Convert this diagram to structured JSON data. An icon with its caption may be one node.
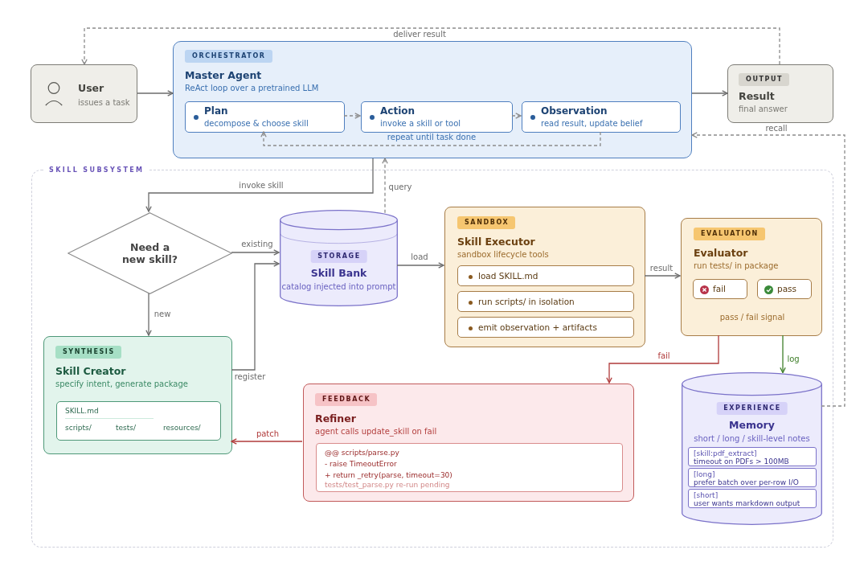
{
  "diagram": {
    "nodes": [
      {
        "text": [
          "User",
          "issues a task"
        ]
      },
      {
        "text": [
          "ORCHESTRATOR",
          "Master Agent",
          "ReAct loop over a pretrained LLM"
        ]
      },
      {
        "text": [
          "Plan",
          "decompose & choose skill"
        ],
        "in": 1
      },
      {
        "text": [
          "Action",
          "invoke a skill or tool"
        ],
        "in": 1
      },
      {
        "text": [
          "Observation",
          "read result, update belief"
        ],
        "in": 1
      },
      {
        "text": [
          "OUTPUT",
          "Result",
          "final answer"
        ]
      },
      {
        "text": [
          "SKILL SUBSYSTEM"
        ]
      },
      {
        "text": [
          "Need a new skill?"
        ],
        "in": 6
      },
      {
        "text": [
          "STORAGE",
          "Skill Bank",
          "catalog injected into prompt"
        ],
        "in": 6
      },
      {
        "text": [
          "SANDBOX",
          "Skill Executor",
          "sandbox lifecycle tools"
        ],
        "in": 6
      },
      {
        "text": [
          "load SKILL.md"
        ],
        "in": 9
      },
      {
        "text": [
          "run scripts/ in isolation"
        ],
        "in": 9
      },
      {
        "text": [
          "emit observation + artifacts"
        ],
        "in": 9
      },
      {
        "text": [
          "EVALUATION",
          "Evaluator",
          "run tests/ in package",
          "pass / fail signal"
        ],
        "in": 6
      },
      {
        "text": [
          "fail"
        ],
        "in": 13
      },
      {
        "text": [
          "pass"
        ],
        "in": 13
      },
      {
        "text": [
          "SYNTHESIS",
          "Skill Creator",
          "specify intent, generate package"
        ],
        "in": 6
      },
      {
        "text": [
          "SKILL.md",
          "scripts/",
          "tests/",
          "resources/"
        ],
        "in": 16
      },
      {
        "text": [
          "FEEDBACK",
          "Refiner",
          "agent calls update_skill on fail"
        ],
        "in": 6
      },
      {
        "text": [
          "@@ scripts/parse.py",
          "- raise TimeoutError",
          "+ return _retry(parse, timeout=30)",
          "tests/test_parse.py re-run pending"
        ],
        "in": 18
      },
      {
        "text": [
          "EXPERIENCE",
          "Memory",
          "short / long / skill-level notes"
        ],
        "in": 6
      },
      {
        "text": [
          "[skill:pdf_extract]",
          "timeout on PDFs > 100MB"
        ],
        "in": 20
      },
      {
        "text": [
          "[long]",
          "prefer batch over per-row I/O"
        ],
        "in": 20
      },
      {
        "text": [
          "[short]",
          "user wants markdown output"
        ],
        "in": 20
      }
    ],
    "edges": [
      {
        "from": 0,
        "to": 1,
        "arrow": "to"
      },
      {
        "from": 1,
        "to": 5,
        "arrow": "to"
      },
      {
        "from": 5,
        "to": 0,
        "arrow": "to",
        "label": "deliver result",
        "style": "dashed"
      },
      {
        "from": 2,
        "to": 3,
        "arrow": "to",
        "style": "dashed"
      },
      {
        "from": 3,
        "to": 4,
        "arrow": "to",
        "style": "dashed"
      },
      {
        "from": 4,
        "to": 2,
        "arrow": "to",
        "label": "repeat until task done",
        "style": "dashed"
      },
      {
        "from": 1,
        "to": 7,
        "arrow": "to",
        "label": "invoke skill"
      },
      {
        "from": 8,
        "to": 1,
        "arrow": "to",
        "label": "query",
        "style": "dashed"
      },
      {
        "from": 7,
        "to": 8,
        "arrow": "to",
        "label": "existing"
      },
      {
        "from": 7,
        "to": 16,
        "arrow": "to",
        "label": "new"
      },
      {
        "from": 16,
        "to": 8,
        "arrow": "to",
        "label": "register"
      },
      {
        "from": 8,
        "to": 9,
        "arrow": "to",
        "label": "load"
      },
      {
        "from": 9,
        "to": 13,
        "arrow": "to",
        "label": "result"
      },
      {
        "from": 13,
        "to": 18,
        "arrow": "to",
        "label": "fail",
        "color": "#b03a3a"
      },
      {
        "from": 13,
        "to": 20,
        "arrow": "to",
        "label": "log",
        "color": "#3f7f2a"
      },
      {
        "from": 18,
        "to": 16,
        "arrow": "to",
        "label": "patch",
        "color": "#b03a3a"
      },
      {
        "from": 20,
        "to": 1,
        "arrow": "to",
        "label": "recall",
        "style": "dashed"
      }
    ]
  }
}
